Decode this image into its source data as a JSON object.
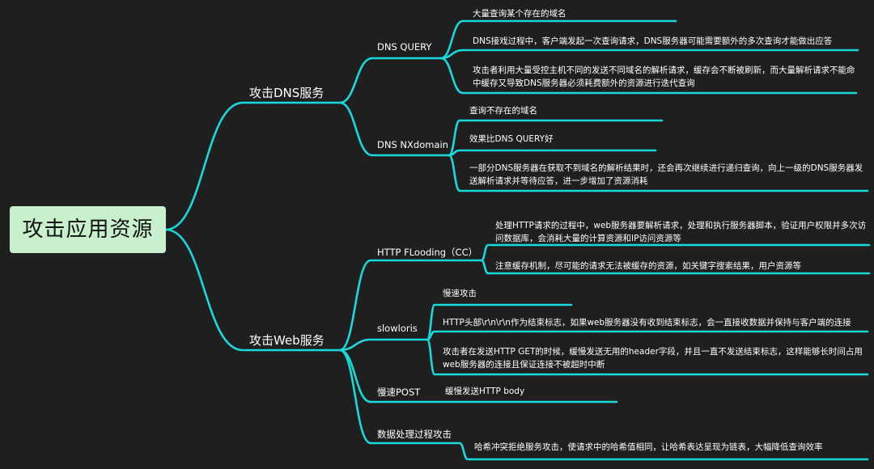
{
  "root": "攻击应用资源",
  "branches": [
    {
      "label": "攻击DNS服务",
      "children": [
        {
          "label": "DNS QUERY",
          "items": [
            "大量查询某个存在的域名",
            "DNS接戏过程中，客户端发起一次查询请求，DNS服务器可能需要额外的多次查询才能做出应答",
            "攻击者利用大量受控主机不同的发送不同域名的解析请求，缓存会不断被刷新，而大量解析请求不能命中缓存又导致DNS服务器必须耗费额外的资源进行迭代查询"
          ]
        },
        {
          "label": "DNS NXdomain",
          "items": [
            "查询不存在的域名",
            "效果比DNS QUERY好",
            "一部分DNS服务器在获取不到域名的解析结果时，还会再次继续进行递归查询，向上一级的DNS服务器发送解析请求并等待应答，进一步增加了资源消耗"
          ]
        }
      ]
    },
    {
      "label": "攻击Web服务",
      "children": [
        {
          "label": "HTTP FLooding（CC）",
          "items": [
            "处理HTTP请求的过程中，web服务器要解析请求，处理和执行服务器脚本，验证用户权限并多次访问数据库，会消耗大量的计算资源和IP访问资源等",
            "注意缓存机制，尽可能的请求无法被缓存的资源，如关键字搜索结果，用户资源等"
          ]
        },
        {
          "label": "slowloris",
          "items": [
            "慢速攻击",
            "HTTP头部\\r\\n\\r\\n作为结束标志，如果web服务器没有收到结束标志，会一直接收数据并保持与客户端的连接",
            "攻击者在发送HTTP GET的时候，缓慢发送无用的header字段，并且一直不发送结束标志，这样能够长时间占用web服务器的连接且保证连接不被超时中断"
          ]
        },
        {
          "label": "慢速POST",
          "items": [
            "缓慢发送HTTP body"
          ]
        },
        {
          "label": "数据处理过程攻击",
          "items": [
            "哈希冲突拒绝服务攻击，使请求中的哈希值相同，让哈希表达呈现为链表，大幅降低查询效率"
          ]
        }
      ]
    }
  ],
  "colors": {
    "background": "#1f1f1f",
    "line": "#19d9dc",
    "root_fill": "#c9f0cc",
    "text": "#ffffff"
  }
}
